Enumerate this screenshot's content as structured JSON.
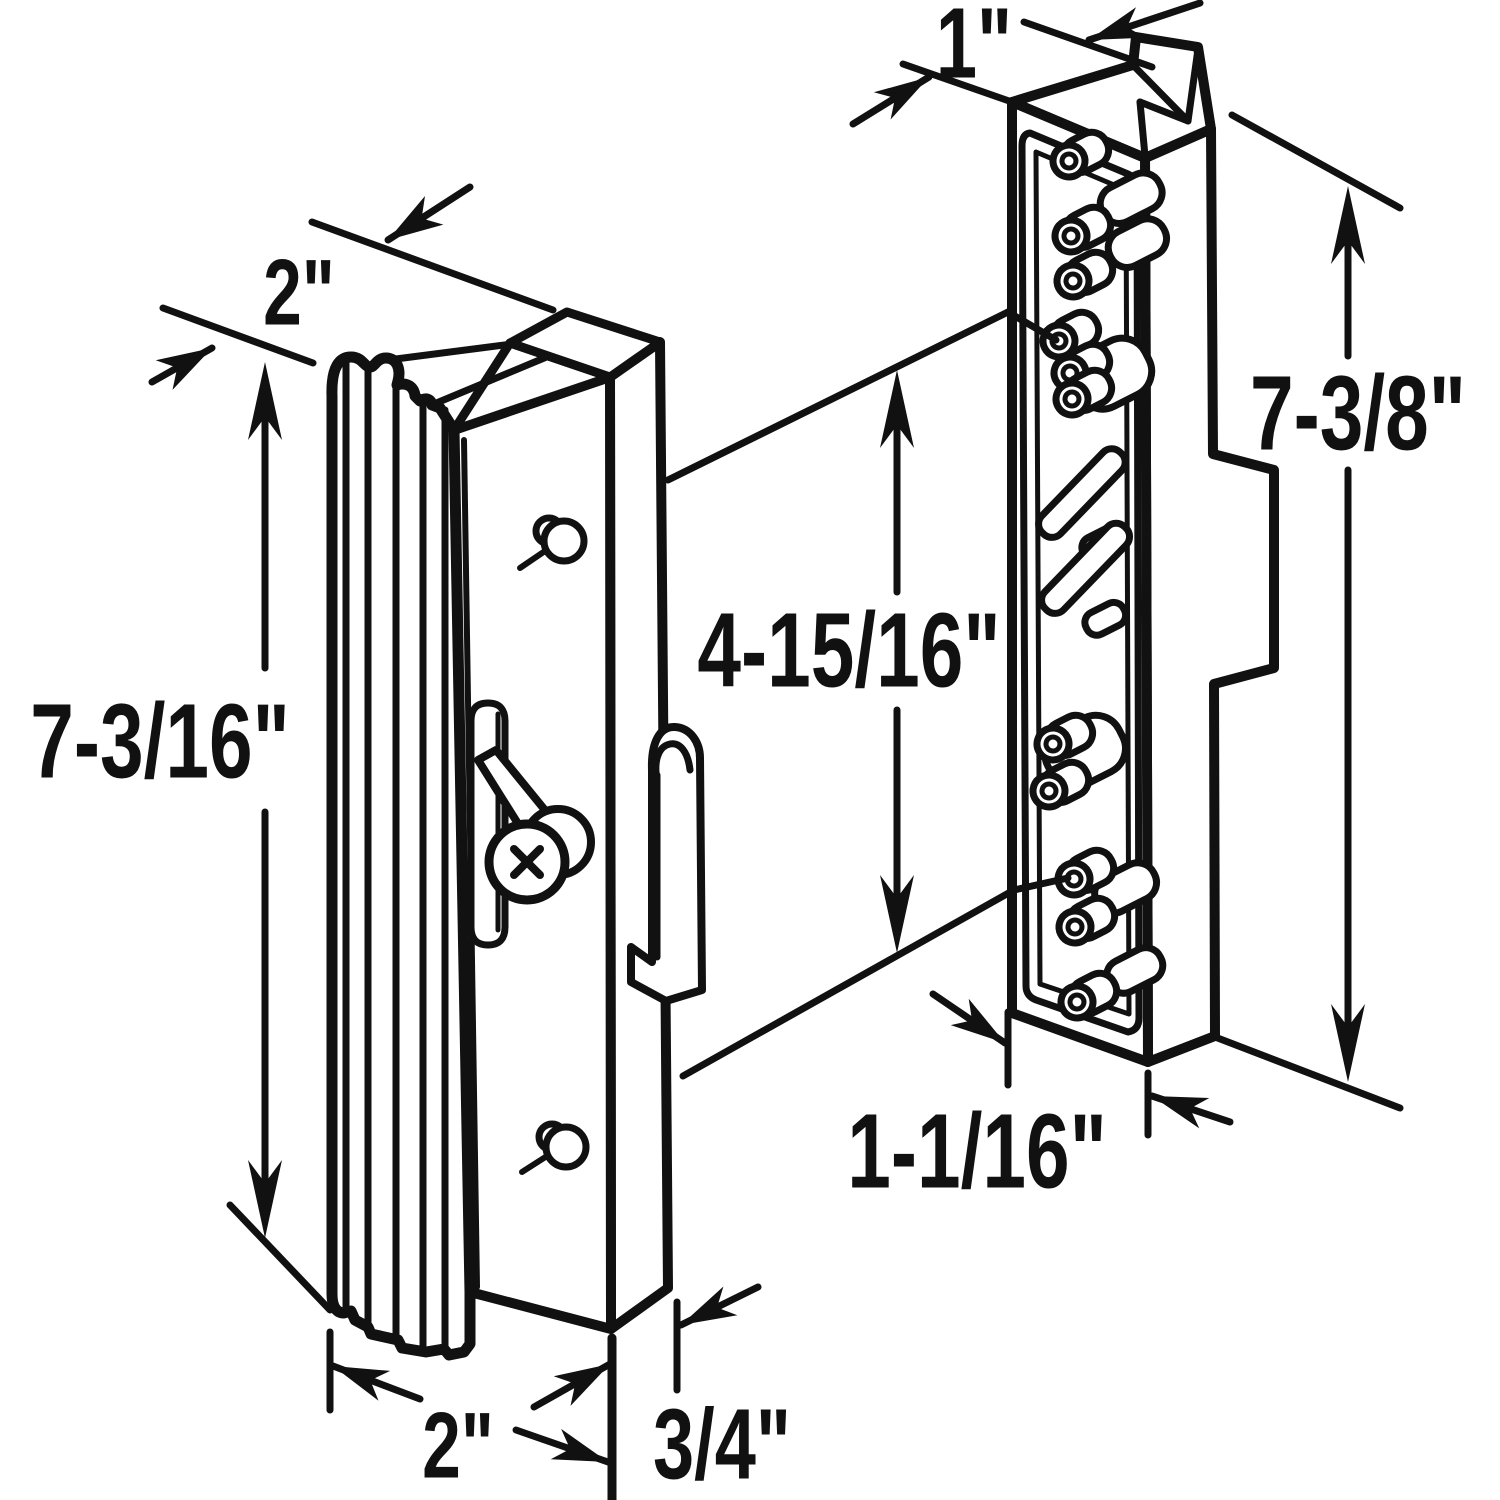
{
  "canvas": {
    "background": "#ffffff",
    "ink": "#111111"
  },
  "dimensions": {
    "grip_width": {
      "label": "2\""
    },
    "handle_height": {
      "label": "7-3/16\""
    },
    "base_width": {
      "label": "2\""
    },
    "base_depth": {
      "label": "3/4\""
    },
    "plate_width": {
      "label": "1\""
    },
    "plate_height": {
      "label": "7-3/8\""
    },
    "hook_spacing": {
      "label": "4-15/16\""
    },
    "plate_depth": {
      "label": "1-1/16\""
    }
  }
}
